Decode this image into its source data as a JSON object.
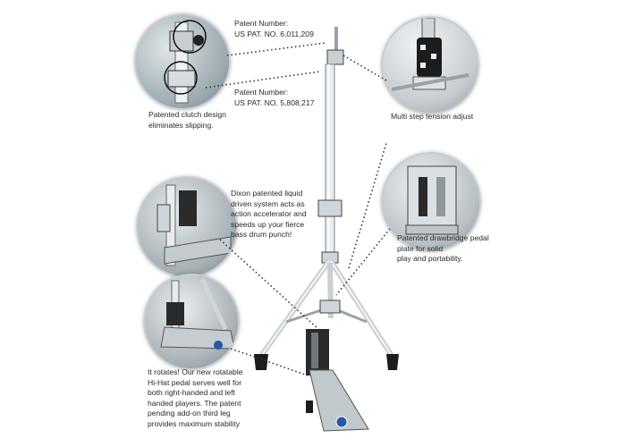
{
  "callouts": {
    "patent_top": "Patent Number:\nUS PAT. NO. 6,011,209",
    "patent_bottom": "Patent Number:\nUS PAT. NO. 5,808,217",
    "clutch": "Patented clutch design\neliminates slipping.",
    "tension": "Multi step tension adjust",
    "liquid": "Dixon patented liquid\ndriven system acts as\naction accelerator and\nspeeds up your fierce\nbass drum punch!",
    "drawbridge": "Patented drawbridge pedal\nplate for solid\nplay and portability.",
    "rotates": "It rotates! Our new rotatable\nHi-Hat pedal serves well for\nboth right-handed and left\nhanded players. The patent\npending add-on third leg\nprovides maximum stability"
  },
  "colors": {
    "chrome_light": "#e9edf0",
    "chrome_dark": "#7e868c",
    "rubber": "#1c1c1c",
    "badge": "#2a55a8",
    "leader": "#333333"
  }
}
